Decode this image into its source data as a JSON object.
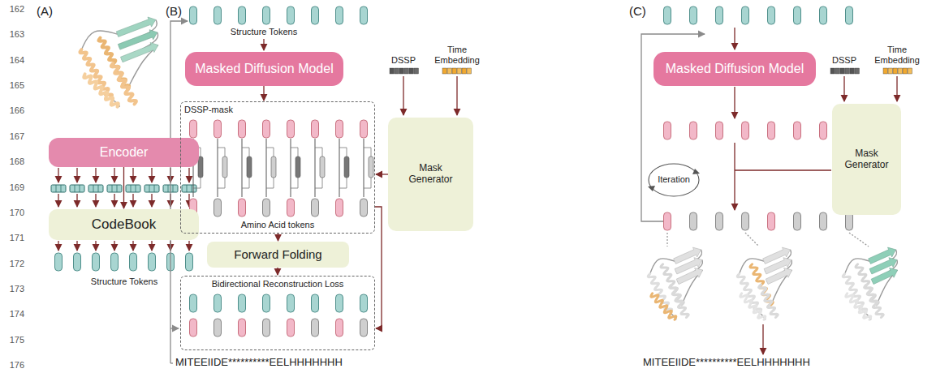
{
  "diagram": {
    "nodes": [
      {
        "text": [
          "Encoder"
        ]
      },
      {
        "text": [
          "CodeBook"
        ]
      },
      {
        "text": [
          "Masked Diffusion Model"
        ]
      },
      {
        "text": [
          "Mask Generator"
        ]
      },
      {
        "text": [
          "DSSP-mask",
          "Amino Acid tokens"
        ]
      },
      {
        "text": [
          "Forward Folding"
        ]
      },
      {
        "text": [
          "Bidirectional Reconstruction Loss"
        ]
      },
      {
        "text": [
          "Masked Diffusion Model"
        ]
      },
      {
        "text": [
          "Mask Generator"
        ]
      }
    ],
    "edges": [
      {
        "from": 0,
        "to": 1,
        "arrow": "to"
      },
      {
        "from": 2,
        "to": 4,
        "arrow": "to"
      },
      {
        "from": 3,
        "to": 4,
        "arrow": "to"
      },
      {
        "from": 4,
        "to": 5,
        "arrow": "to"
      },
      {
        "from": 5,
        "to": 6,
        "arrow": "to"
      },
      {
        "from": 4,
        "to": 6,
        "arrow": "to"
      }
    ],
    "labels": [
      "162",
      "163",
      "164",
      "165",
      "166",
      "167",
      "168",
      "169",
      "170",
      "171",
      "172",
      "173",
      "174",
      "175",
      "176",
      "(A)",
      "(B)",
      "(C)",
      "Structure Tokens",
      "Structure Tokens",
      "DSSP",
      "Time Embedding",
      "MITEEIIDE**********EELHHHHHHH",
      "DSSP",
      "Time Embedding",
      "Iteration",
      "MITEEIIDE**********EELHHHHHHH"
    ]
  }
}
